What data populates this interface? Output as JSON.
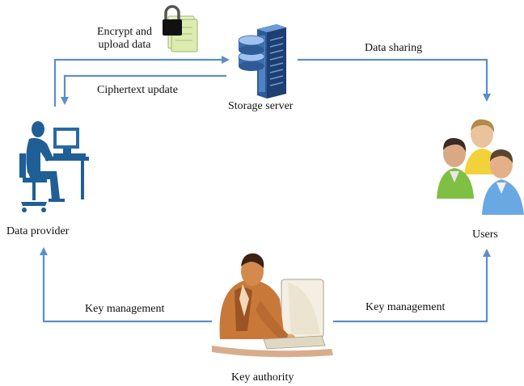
{
  "nodes": {
    "storage_server": {
      "label": "Storage server",
      "icon": "server-icon"
    },
    "data_provider": {
      "label": "Data provider",
      "icon": "person-at-computer-icon"
    },
    "users": {
      "label": "Users",
      "icon": "user-group-icon"
    },
    "key_authority": {
      "label": "Key authority",
      "icon": "person-at-desk-icon"
    }
  },
  "edges": {
    "encrypt_upload": {
      "label": "Encrypt and\nupload data",
      "icon": "lock-document-icon"
    },
    "ciphertext_update": {
      "label": "Ciphertext update"
    },
    "data_sharing": {
      "label": "Data sharing"
    },
    "key_management_left": {
      "label": "Key management"
    },
    "key_management_right": {
      "label": "Key management"
    }
  },
  "colors": {
    "arrow": "#5b8fc7",
    "server": "#3f6fae",
    "provider": "#1f5f95",
    "authority_skin": "#c8793a"
  }
}
